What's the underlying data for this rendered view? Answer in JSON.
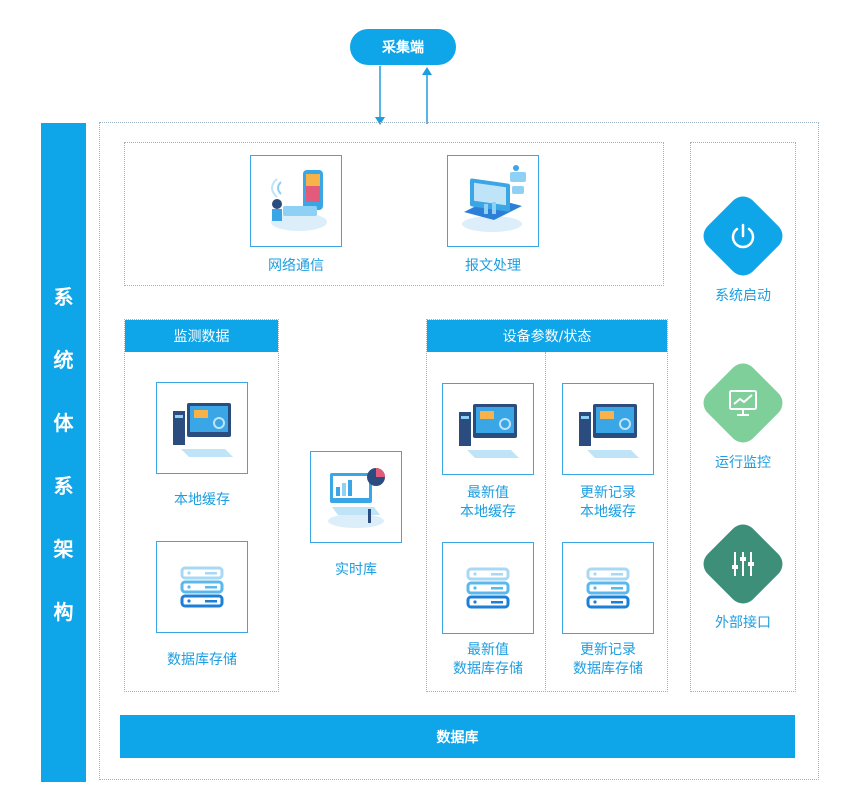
{
  "top_node": {
    "label": "采集端"
  },
  "side_title": {
    "chars": [
      "系",
      "统",
      "体",
      "系",
      "架",
      "构"
    ]
  },
  "comm": {
    "network": {
      "label": "网络通信"
    },
    "parse": {
      "label": "报文处理"
    }
  },
  "monitor": {
    "header": "监测数据",
    "local_cache": {
      "label": "本地缓存"
    },
    "db_storage": {
      "label": "数据库存储"
    }
  },
  "realtime": {
    "label": "实时库"
  },
  "device": {
    "header": "设备参数/状态",
    "latest_cache": {
      "line1": "最新值",
      "line2": "本地缓存"
    },
    "update_cache": {
      "line1": "更新记录",
      "line2": "本地缓存"
    },
    "latest_db": {
      "line1": "最新值",
      "line2": "数据库存储"
    },
    "update_db": {
      "line1": "更新记录",
      "line2": "数据库存储"
    }
  },
  "right_panel": {
    "start": {
      "label": "系统启动",
      "icon": "power-icon",
      "color": "#0ea5e9"
    },
    "monitor": {
      "label": "运行监控",
      "icon": "monitor-chart-icon",
      "color": "#7fcf9a"
    },
    "interface": {
      "label": "外部接口",
      "icon": "sliders-icon",
      "color": "#3d8f79"
    }
  },
  "database_bar": {
    "label": "数据库"
  }
}
